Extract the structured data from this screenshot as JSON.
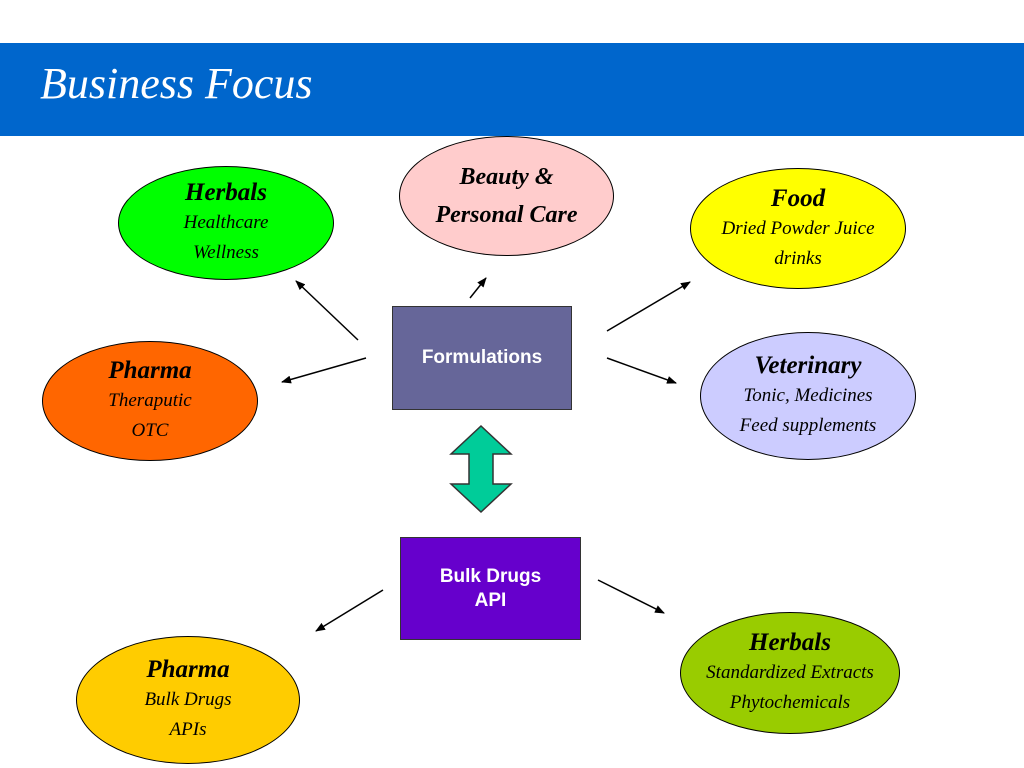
{
  "slide": {
    "title": "Business Focus",
    "colors": {
      "title_bar": "#0066cc",
      "formulations_box": "#666699",
      "bulk_box": "#6600cc",
      "double_arrow": "#00cc99"
    }
  },
  "formulations": {
    "label": "Formulations"
  },
  "bulk": {
    "line1": "Bulk Drugs",
    "line2": "API"
  },
  "nodes": {
    "beauty": {
      "line1": "Beauty &",
      "line2": "Personal Care",
      "color": "#ffcccc"
    },
    "herbals_top": {
      "title": "Herbals",
      "line1": "Healthcare",
      "line2": "Wellness",
      "color": "#00ff00"
    },
    "food": {
      "title": "Food",
      "line1": "Dried Powder Juice",
      "line2": "drinks",
      "color": "#ffff00"
    },
    "pharma_left": {
      "title": "Pharma",
      "line1": "Theraputic",
      "line2": "OTC",
      "color": "#ff6600"
    },
    "veterinary": {
      "title": "Veterinary",
      "line1": "Tonic, Medicines",
      "line2": "Feed supplements",
      "color": "#ccccff"
    },
    "pharma_bottom": {
      "title": "Pharma",
      "line1": "Bulk Drugs",
      "line2": "APIs",
      "color": "#ffcc00"
    },
    "herbals_bottom": {
      "title": "Herbals",
      "line1": "Standardized Extracts",
      "line2": "Phytochemicals",
      "color": "#99cc00"
    }
  }
}
